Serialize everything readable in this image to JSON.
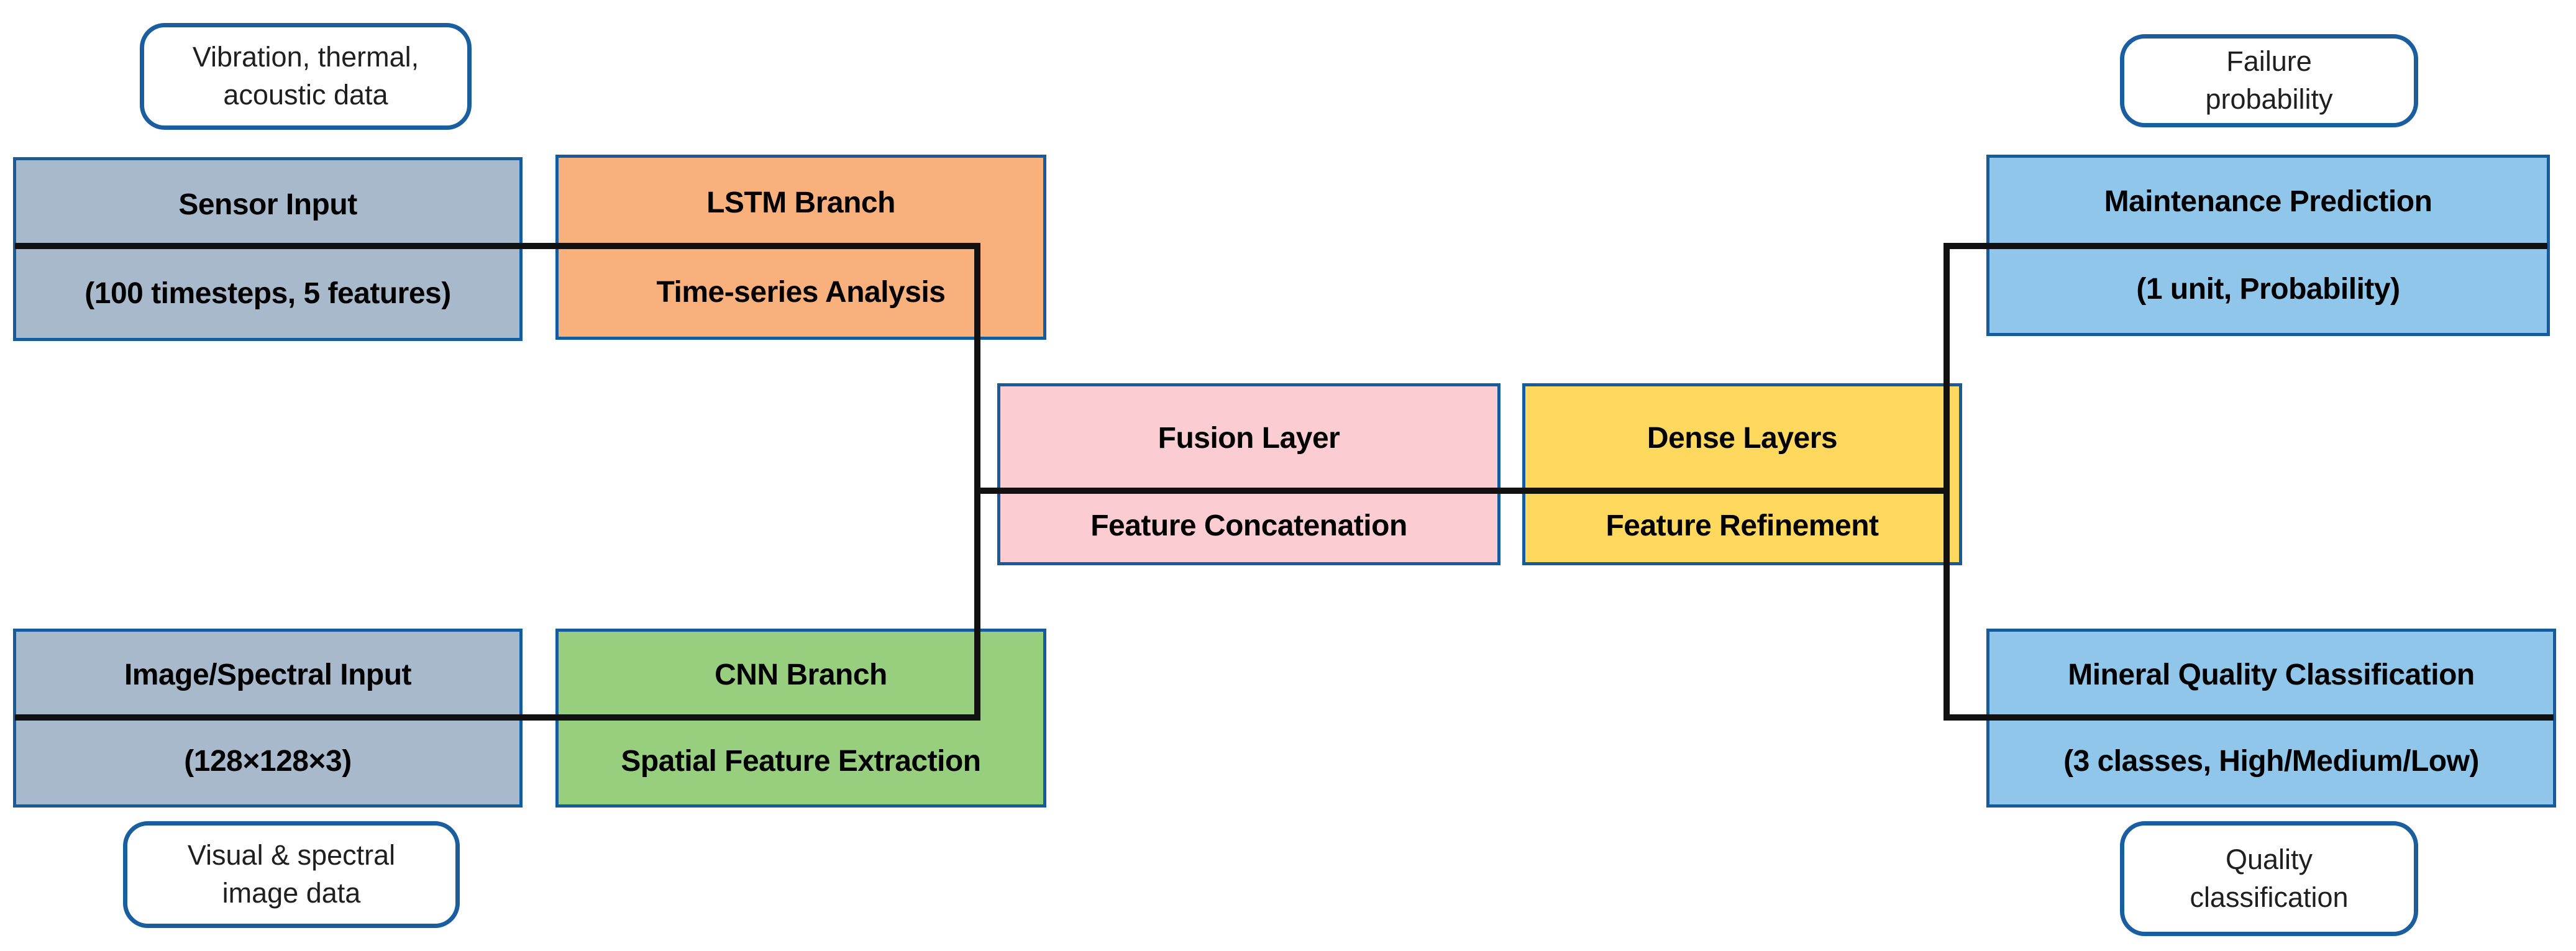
{
  "colors": {
    "background": "#ffffff",
    "box_border": "#155c9e",
    "stadium_border": "#1a5ea0",
    "connector": "#111111",
    "node_text": "#000000",
    "annotation_text": "#1f1f1f",
    "stadium_fill": "#ffffff"
  },
  "nodes": [
    {
      "id": "sensor-input",
      "title": "Sensor Input",
      "subtitle": "(100 timesteps, 5 features)",
      "fill": "#a9b9cc"
    },
    {
      "id": "lstm-branch",
      "title": "LSTM Branch",
      "subtitle": "Time-series Analysis",
      "fill": "#f8b17c"
    },
    {
      "id": "fusion-layer",
      "title": "Fusion Layer",
      "subtitle": "Feature Concatenation",
      "fill": "#fbcdd2"
    },
    {
      "id": "dense-layers",
      "title": "Dense Layers",
      "subtitle": "Feature Refinement",
      "fill": "#ffd95e"
    },
    {
      "id": "maintenance-prediction",
      "title": "Maintenance Prediction",
      "subtitle": "(1 unit, Probability)",
      "fill": "#8fc6ea"
    },
    {
      "id": "image-spectral-input",
      "title": "Image/Spectral Input",
      "subtitle": "(128×128×3)",
      "fill": "#a9b9cc"
    },
    {
      "id": "cnn-branch",
      "title": "CNN Branch",
      "subtitle": "Spatial Feature Extraction",
      "fill": "#97cf7f"
    },
    {
      "id": "mineral-quality-classification",
      "title": "Mineral Quality Classification",
      "subtitle": "(3 classes, High/Medium/Low)",
      "fill": "#8fc6ea"
    }
  ],
  "annotations": [
    {
      "id": "sensor-data-note",
      "line1": "Vibration, thermal,",
      "line2": "acoustic data"
    },
    {
      "id": "failure-note",
      "line1": "Failure",
      "line2": "probability"
    },
    {
      "id": "visual-data-note",
      "line1": "Visual & spectral",
      "line2": "image data"
    },
    {
      "id": "quality-note",
      "line1": "Quality",
      "line2": "classification"
    }
  ]
}
